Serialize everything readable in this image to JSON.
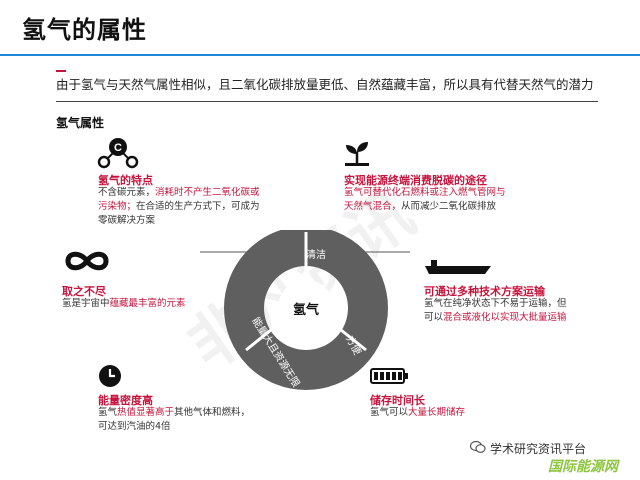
{
  "title": "氢气的属性",
  "subtitle": "由于氢气与天然气属性相似，且二氧化碳排放量更低、自然蕴藏丰富，所以具有代替天然气的潜力",
  "section_title": "氢气属性",
  "features": [
    {
      "icon": "molecule-icon",
      "letter": "C",
      "title": "氢气的特点",
      "lines": [
        [
          {
            "t": "不含碳元素，"
          },
          {
            "t": "消耗时不产生二氧化碳或",
            "r": true
          }
        ],
        [
          {
            "t": "污染物；",
            "r": true
          },
          {
            "t": "在合适的生产方式下，可成为"
          }
        ],
        [
          {
            "t": "零碳解决方案"
          }
        ]
      ]
    },
    {
      "icon": "plant-icon",
      "title": "实现能源终端消费脱碳的途径",
      "lines": [
        [
          {
            "t": "氢气可替代化石燃料或注入燃气管网与",
            "r": true
          }
        ],
        [
          {
            "t": "天然气混合，",
            "r": true
          },
          {
            "t": "从而减少二氧化碳排放"
          }
        ]
      ]
    },
    {
      "icon": "infinity-icon",
      "title": "取之不尽",
      "lines": [
        [
          {
            "t": "氢是宇宙中"
          },
          {
            "t": "蕴藏最丰富的元素",
            "r": true
          }
        ]
      ]
    },
    {
      "icon": "ship-icon",
      "title": "可通过多种技术方案运输",
      "lines": [
        [
          {
            "t": "氢气在纯净状态下不易于运输，但"
          }
        ],
        [
          {
            "t": "可以"
          },
          {
            "t": "混合或液化以实现大批量运输",
            "r": true
          }
        ]
      ]
    },
    {
      "icon": "clock-icon",
      "title": "能量密度高",
      "lines": [
        [
          {
            "t": "氢气"
          },
          {
            "t": "热值显著高于",
            "r": true
          },
          {
            "t": "其他气体和燃料，"
          }
        ],
        [
          {
            "t": "可达到汽油的4倍"
          }
        ]
      ]
    },
    {
      "icon": "battery-icon",
      "title": "储存时间长",
      "lines": [
        [
          {
            "t": "氢气可以"
          },
          {
            "t": "大量长期储存",
            "r": true
          }
        ]
      ]
    }
  ],
  "donut": {
    "center": "氢气",
    "segments": [
      "清洁",
      "能量大且资源无限",
      "方便"
    ],
    "color": "#5f5f5f"
  },
  "footer": {
    "wechat": "学术研究资讯平台",
    "brand": "国际能源网"
  },
  "watermark": "非凡资讯"
}
